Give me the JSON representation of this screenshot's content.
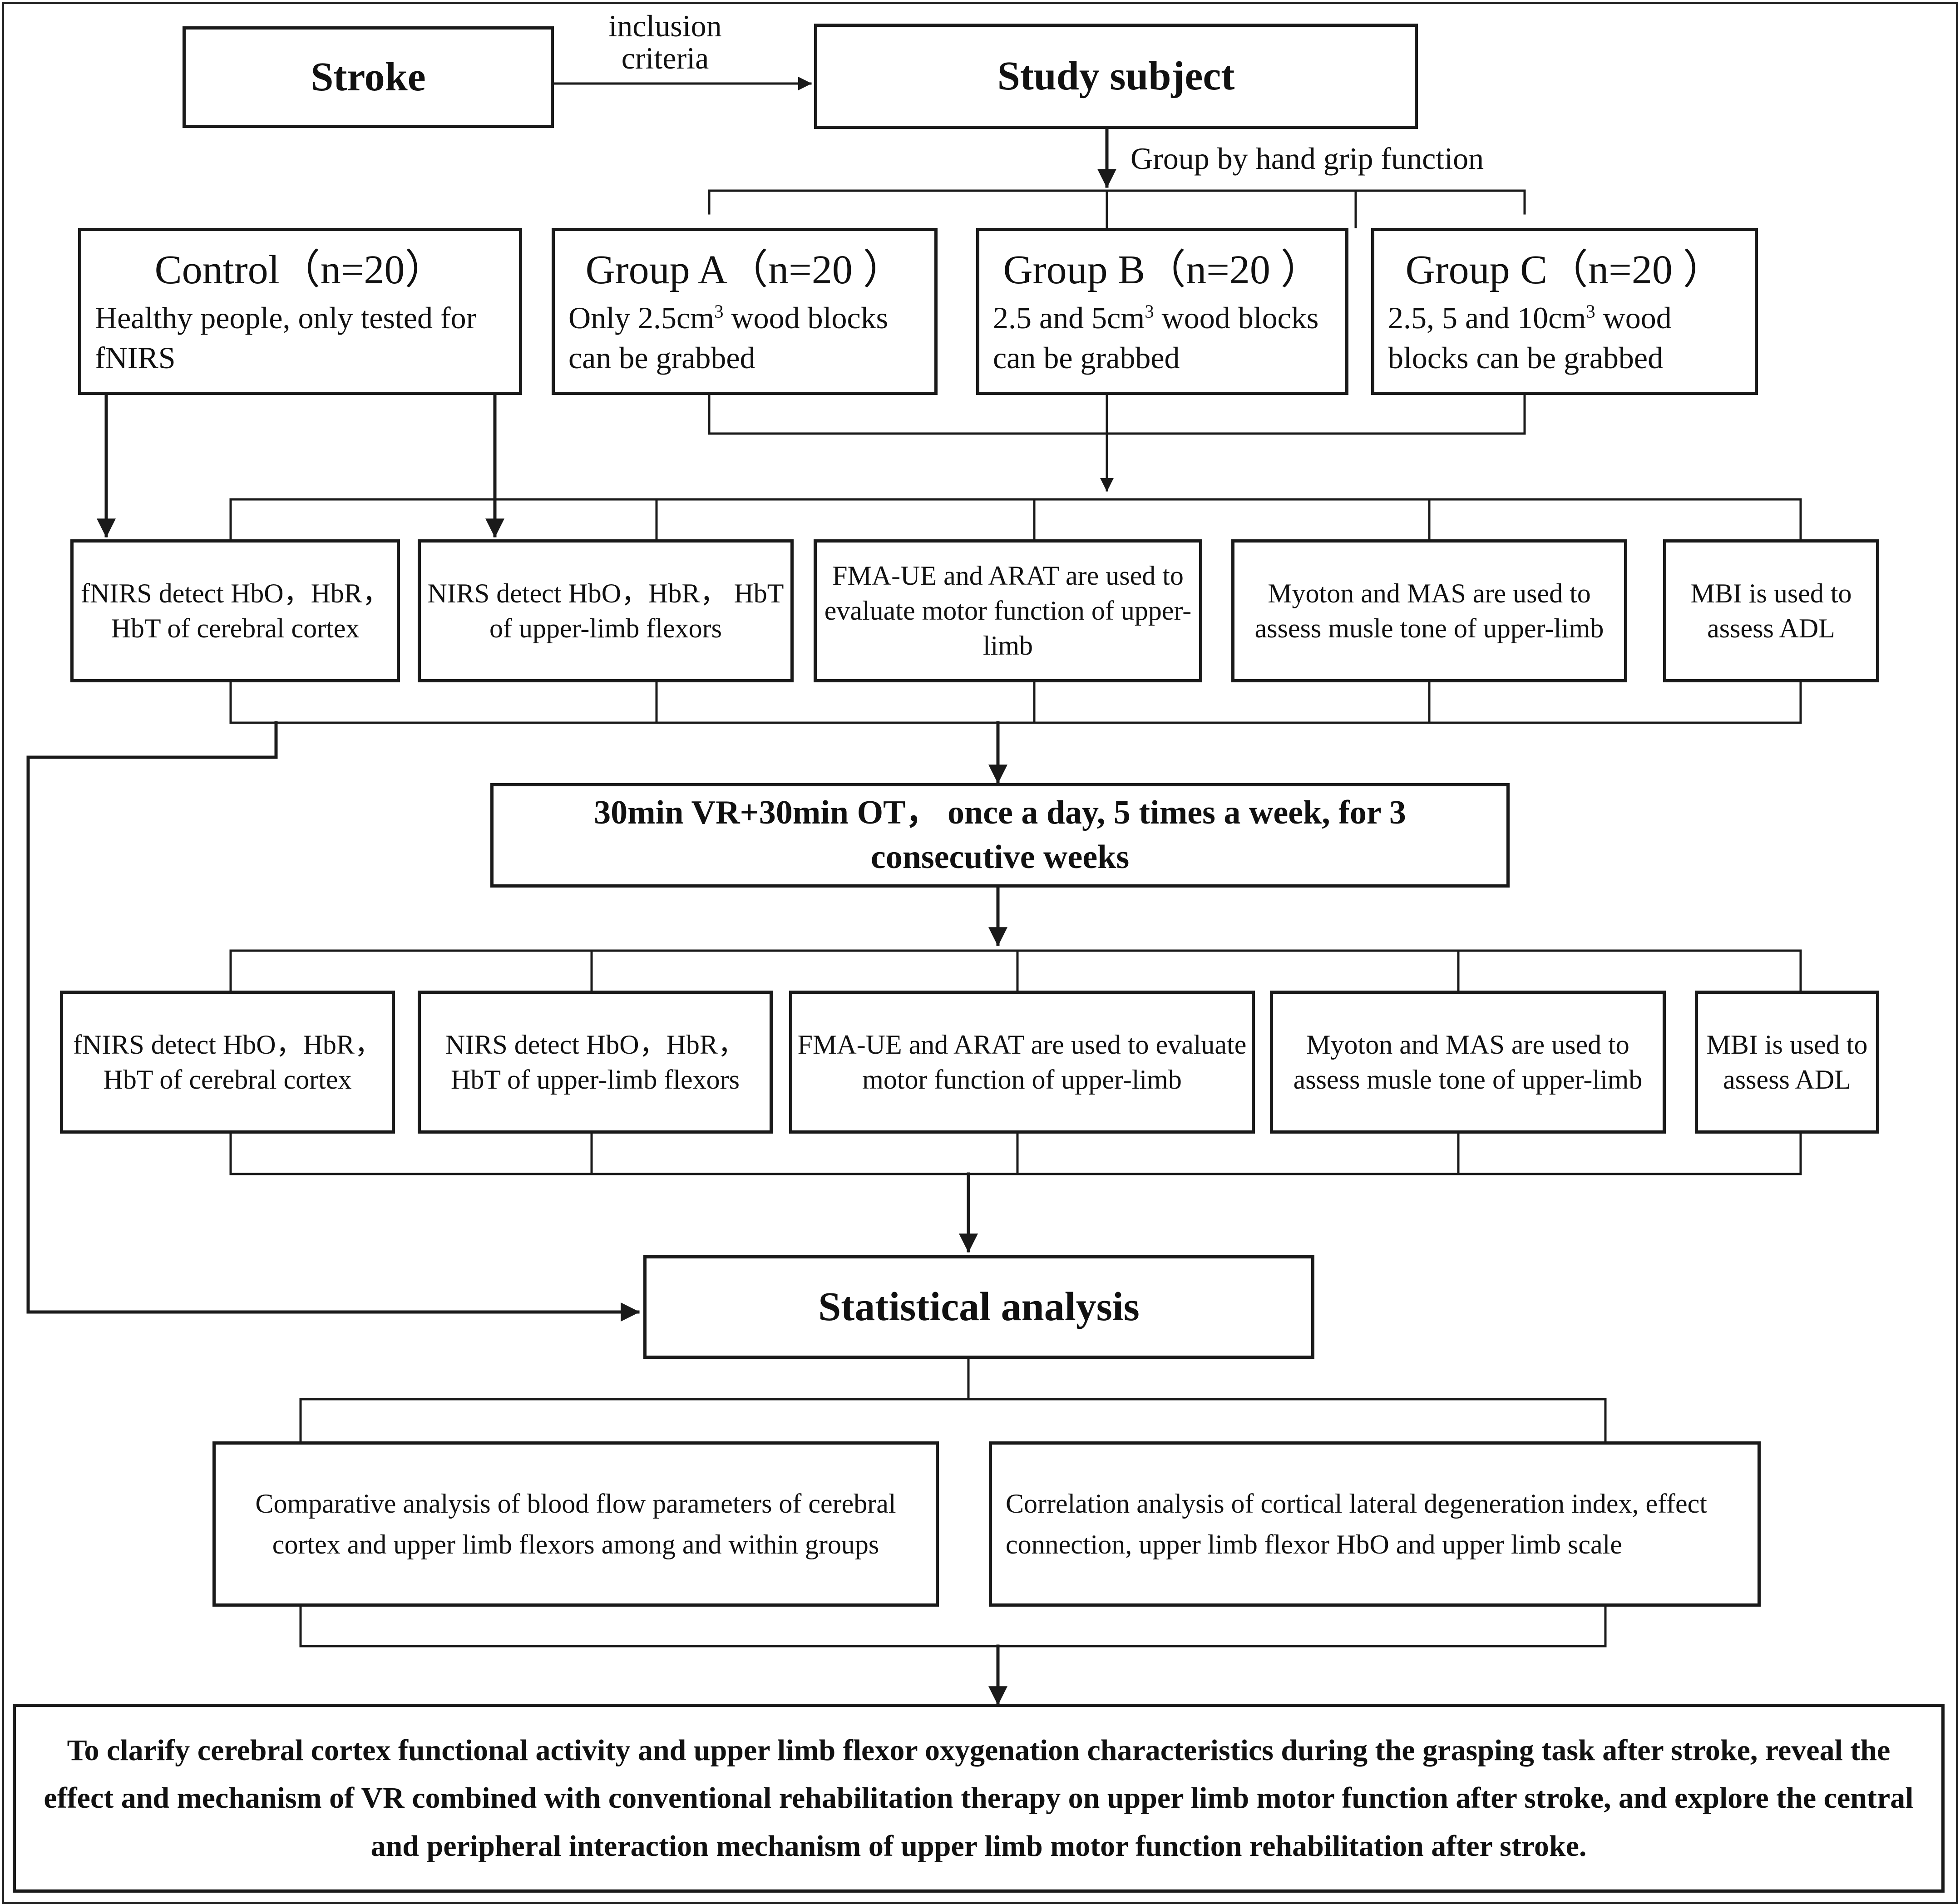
{
  "stroke": "Stroke",
  "inclusion_label": "inclusion criteria",
  "subject": "Study subject",
  "grouping_label": "Group by hand grip function",
  "control": {
    "title": "Control（n=20）",
    "desc": "Healthy people, only tested for fNIRS"
  },
  "group_a": {
    "title": "Group A（n=20 ）",
    "desc_pre": "Only 2.5cm",
    "desc_sup": "3",
    "desc_post": " wood blocks can be grabbed"
  },
  "group_b": {
    "title": "Group B（n=20 ）",
    "desc_pre": "2.5 and 5cm",
    "desc_sup": "3",
    "desc_post": " wood blocks can be grabbed"
  },
  "group_c": {
    "title": "Group C（n=20 ）",
    "desc_pre": "2.5, 5 and 10cm",
    "desc_sup": "3",
    "desc_post": " wood blocks can be grabbed"
  },
  "pre_measures": [
    "fNIRS detect HbO，HbR， HbT of cerebral cortex",
    "NIRS detect HbO，HbR， HbT  of upper-limb flexors",
    "FMA-UE and ARAT are used to evaluate motor function of upper-limb",
    "Myoton and MAS are used to assess musle tone of upper-limb",
    "MBI is used to assess ADL"
  ],
  "intervention": "30min VR+30min OT， once a day, 5 times a week, for 3 consecutive weeks",
  "post_measures": [
    "fNIRS detect HbO，HbR， HbT of cerebral cortex",
    "NIRS detect HbO，HbR， HbT  of upper-limb flexors",
    "FMA-UE and ARAT are used to evaluate motor function of upper-limb",
    "Myoton and MAS are used to assess musle tone of upper-limb",
    "MBI is used to assess ADL"
  ],
  "statistics": "Statistical analysis",
  "analyses": [
    "Comparative analysis of blood flow parameters of cerebral cortex and upper limb flexors among and within groups",
    "Correlation analysis of cortical lateral degeneration index, effect connection, upper limb flexor HbO and upper limb scale"
  ],
  "outcome": "To clarify cerebral cortex functional activity and upper limb flexor oxygenation characteristics during the grasping task after stroke, reveal the effect and mechanism of VR combined with conventional rehabilitation therapy on upper limb motor function after stroke, and explore the central and peripheral interaction mechanism of upper limb motor function rehabilitation after stroke."
}
